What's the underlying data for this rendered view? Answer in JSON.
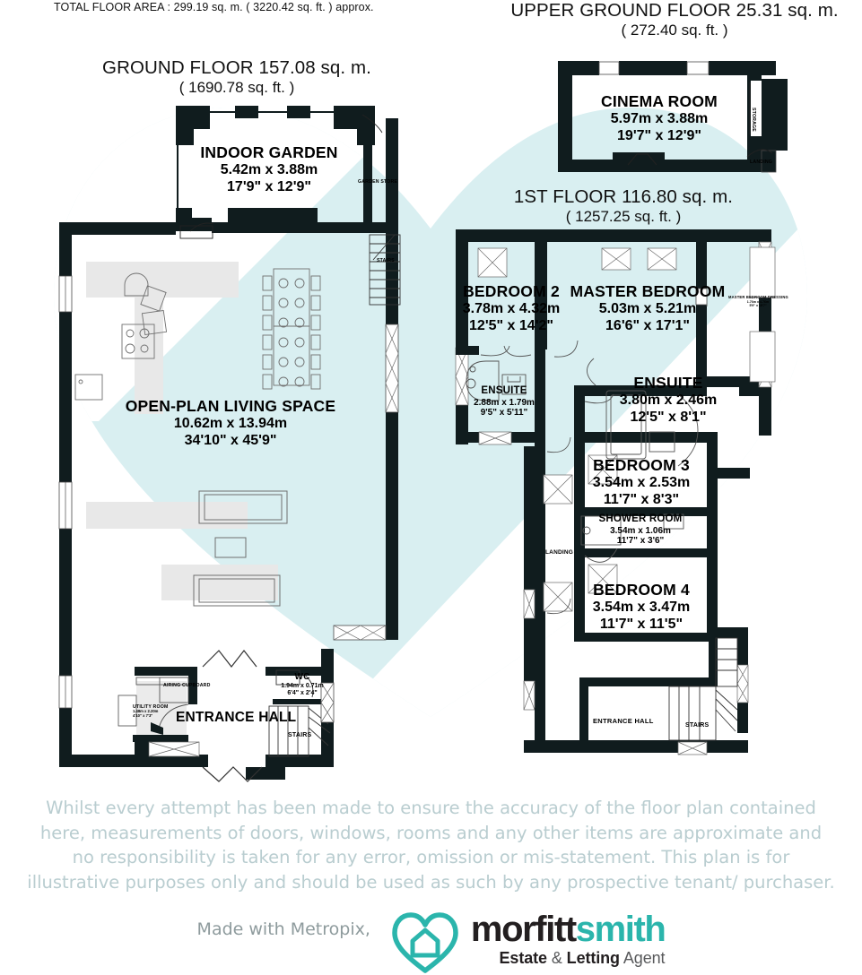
{
  "header": {
    "total_floor_area": "TOTAL FLOOR AREA : 299.19 sq. m. ( 3220.42 sq. ft. ) approx."
  },
  "floors": {
    "ground": {
      "title": "GROUND FLOOR 157.08 sq. m.",
      "subtitle": "( 1690.78 sq. ft. )"
    },
    "upper_ground": {
      "title": "UPPER GROUND FLOOR 25.31 sq. m.",
      "subtitle": "( 272.40 sq. ft. )"
    },
    "first": {
      "title": "1ST FLOOR 116.80 sq. m.",
      "subtitle": "( 1257.25 sq. ft. )"
    }
  },
  "rooms": {
    "indoor_garden": {
      "name": "INDOOR GARDEN",
      "metric": "5.42m x 3.88m",
      "imperial": "17'9\" x 12'9\""
    },
    "open_plan": {
      "name": "OPEN-PLAN LIVING SPACE",
      "metric": "10.62m x 13.94m",
      "imperial": "34'10\" x 45'9\""
    },
    "cinema": {
      "name": "CINEMA ROOM",
      "metric": "5.97m x 3.88m",
      "imperial": "19'7\" x 12'9\""
    },
    "bedroom2": {
      "name": "BEDROOM 2",
      "metric": "3.78m x 4.32m",
      "imperial": "12'5\" x 14'2\""
    },
    "master_bedroom": {
      "name": "MASTER BEDROOM",
      "metric": "5.03m x 5.21m",
      "imperial": "16'6\" x 17'1\""
    },
    "ensuite_bed2": {
      "name": "ENSUITE",
      "metric": "2.88m x 1.79m",
      "imperial": "9'5\" x 5'11\""
    },
    "ensuite_master": {
      "name": "ENSUITE",
      "metric": "3.80m x 2.46m",
      "imperial": "12'5\" x 8'1\""
    },
    "bedroom3": {
      "name": "BEDROOM 3",
      "metric": "3.54m x 2.53m",
      "imperial": "11'7\" x 8'3\""
    },
    "shower_room": {
      "name": "SHOWER ROOM",
      "metric": "3.54m x 1.06m",
      "imperial": "11'7\" x 3'6\""
    },
    "bedroom4": {
      "name": "BEDROOM 4",
      "metric": "3.54m x 3.47m",
      "imperial": "11'7\" x 11'5\""
    },
    "wc": {
      "name": "WC",
      "metric": "1.94m x 0.71m",
      "imperial": "6'4\" x 2'4\""
    },
    "utility": {
      "name": "UTILITY ROOM",
      "metric": "1.48m x 2.20m",
      "imperial": "4'10\" x 7'3\""
    },
    "dressing": {
      "name": "MASTER BEDROOM DRESSING",
      "metric": "1.76m x 4.76m",
      "imperial": "5'9\" x 15'7\""
    }
  },
  "labels": {
    "entrance_hall_ground": "ENTRANCE HALL",
    "entrance_hall_first": "ENTRANCE HALL",
    "stairs_garden": "STAIRS",
    "stairs_hall": "STAIRS",
    "stairs_first": "STAIRS",
    "garden_store": "GARDEN STORE",
    "landing": "LANDING",
    "store_cinema": "STORAGE",
    "landing_cinema": "LANDING",
    "airing_cupboard": "AIRING CUPBOARD"
  },
  "disclaimer": [
    "Whilst every attempt has been made to ensure  the accuracy of the floor plan contained",
    "here, measurements of doors, windows, rooms and any other items are approximate and",
    "no responsibility is taken for any error, omission or mis-statement. This plan is for",
    "illustrative purposes only and should be used as such by any prospective tenant/ purchaser."
  ],
  "footer": {
    "made_with": "Made with Metropix,",
    "brand_part1": "morfitt",
    "brand_part2": "smith",
    "tagline_estate": "Estate",
    "tagline_amp": "&",
    "tagline_letting": "Letting",
    "tagline_agent": "Agent"
  },
  "colors": {
    "wall": "#101c1e",
    "watermark": "#d9eff1",
    "brand_teal": "#2bb5ac",
    "brand_dark": "#231f20",
    "disclaimer_grey": "#b9cdd0"
  }
}
